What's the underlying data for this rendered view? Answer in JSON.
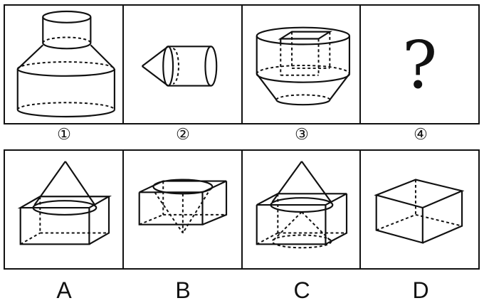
{
  "panels": {
    "labels": [
      "①",
      "②",
      "③",
      "④"
    ],
    "unknown_symbol": "?"
  },
  "options": {
    "labels": [
      "A",
      "B",
      "C",
      "D"
    ]
  }
}
